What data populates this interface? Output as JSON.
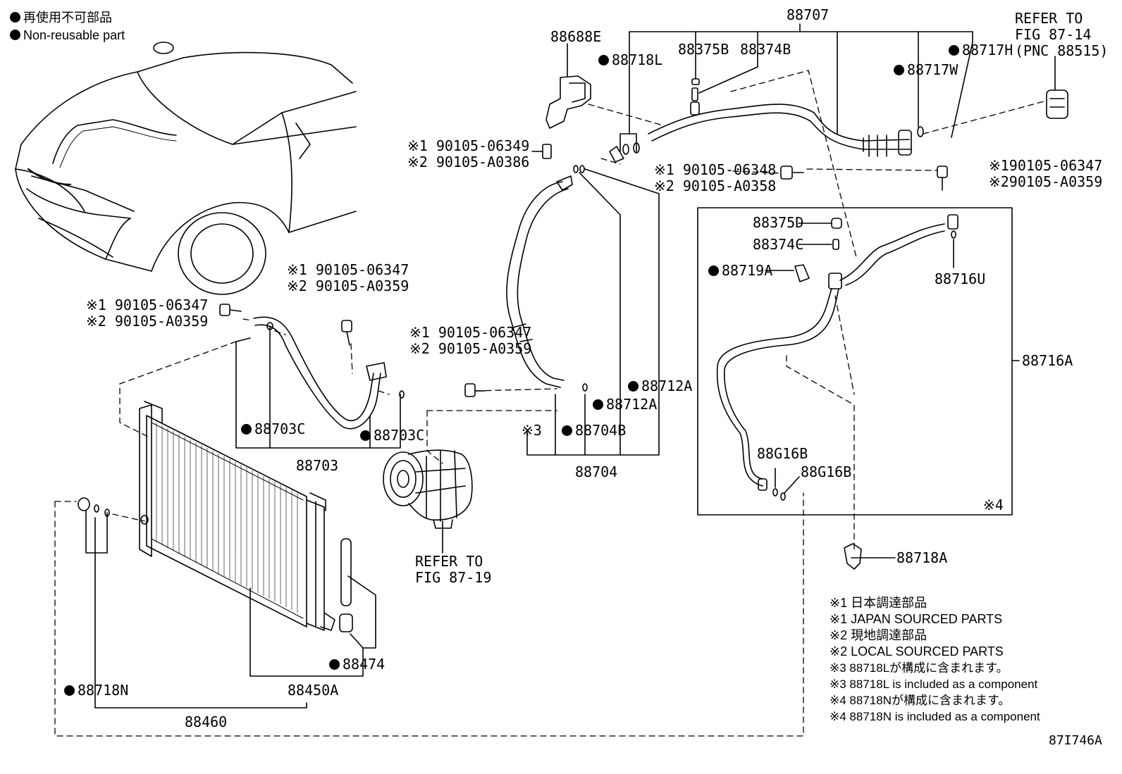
{
  "legend": {
    "reuse_ja": "再使用不可部品",
    "reuse_en": "Non-reusable part"
  },
  "refs": {
    "top_right": [
      "REFER TO",
      "FIG 87-14",
      "(PNC 88515)"
    ],
    "compressor": [
      "REFER TO",
      "FIG 87-19"
    ]
  },
  "labels": {
    "p88707": "88707",
    "p88688E": "88688E",
    "p88718L": "88718L",
    "p88375B": "88375B",
    "p88374B": "88374B",
    "p88717H": "88717H",
    "p88717W": "88717W",
    "p88375D": "88375D",
    "p88374C": "88374C",
    "p88719A": "88719A",
    "p88716U": "88716U",
    "p88716A": "88716A",
    "p88712A_1": "88712A",
    "p88712A_2": "88712A",
    "p88704B": "88704B",
    "p88704": "88704",
    "m3": "※3",
    "p88703C_1": "88703C",
    "p88703C_2": "88703C",
    "p88703": "88703",
    "p88G16B_1": "88G16B",
    "p88G16B_2": "88G16B",
    "m4": "※4",
    "p88718A": "88718A",
    "p88474": "88474",
    "p88450A": "88450A",
    "p88718N": "88718N",
    "p88460": "88460",
    "fig_id": "87I746A"
  },
  "bolts": {
    "b_mid_top": [
      "※1 90105-06349",
      "※2 90105-A0386"
    ],
    "b_mid_right": [
      "※1 90105-06348",
      "※2 90105-A0358"
    ],
    "b_top_right": [
      "※190105-06347",
      "※290105-A0359"
    ],
    "b_left_upper": [
      "※1 90105-06347",
      "※2 90105-A0359"
    ],
    "b_left_lower": [
      "※1 90105-06347",
      "※2 90105-A0359"
    ],
    "b_center": [
      "※1 90105-06347",
      "※2 90105-A0359"
    ]
  },
  "notes": [
    "※1 日本調達部品",
    "※1 JAPAN SOURCED PARTS",
    "※2 現地調達部品",
    "※2 LOCAL SOURCED PARTS",
    "※3 88718Lが構成に含まれます。",
    "※3 88718L  is included as a component",
    "※4 88718Nが構成に含まれます。",
    "※4 88718N is included as a component"
  ]
}
